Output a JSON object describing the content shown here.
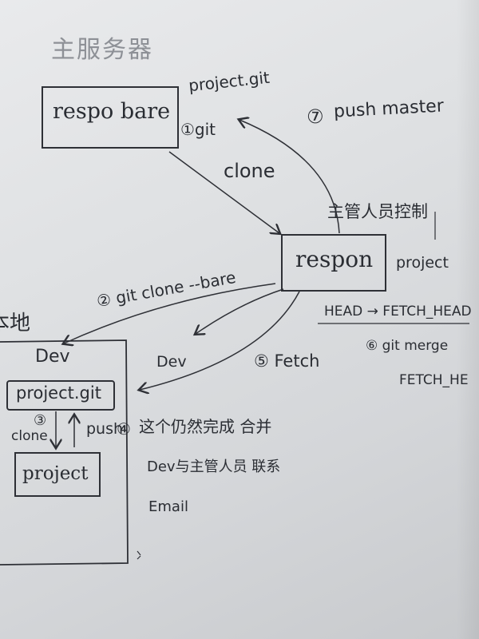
{
  "server": {
    "title": "主服务器",
    "box_label": "respo bare",
    "repo_name": "project.git",
    "step1_label": "①git",
    "clone_label": "clone"
  },
  "push_note": {
    "step": "⑦",
    "text": "push master",
    "manager_note": "主管人员控制"
  },
  "manager": {
    "box_label": "respon",
    "side_label": "project",
    "head_fetch": "HEAD → FETCH_HEAD",
    "step6": "⑥ git merge",
    "merge_target": "FETCH_HE"
  },
  "bare_clone": {
    "label": "② git clone --bare"
  },
  "local": {
    "title": "本地",
    "dev_label": "Dev",
    "repo_label": "project.git",
    "step3": "③",
    "clone_label": "clone",
    "push_label": "push",
    "step4": "④",
    "project_label": "project"
  },
  "fetch": {
    "dev_label": "Dev",
    "label": "⑤ Fetch"
  },
  "notes": {
    "line1": "这个仍然完成 合并",
    "line2": "Dev与主管人员 联系",
    "line3": "Email"
  }
}
